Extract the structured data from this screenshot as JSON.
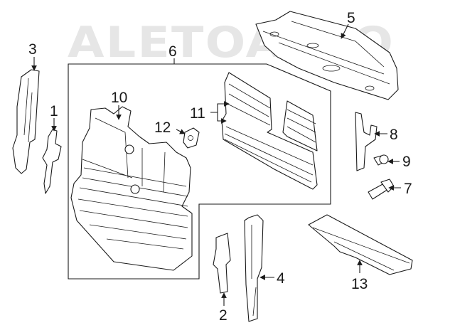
{
  "watermark": "ALETOAVTO",
  "colors": {
    "line": "#1a1a1a",
    "watermark": "#e6e6e6",
    "background": "#ffffff"
  },
  "callouts": [
    "1",
    "2",
    "3",
    "4",
    "5",
    "6",
    "7",
    "8",
    "9",
    "10",
    "11",
    "12",
    "13"
  ]
}
